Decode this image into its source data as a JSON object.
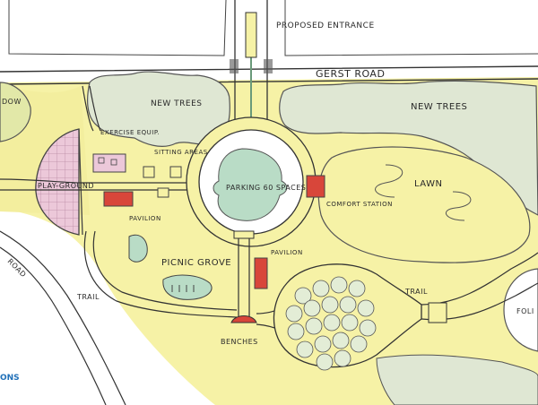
{
  "labels": {
    "proposed_entrance": "PROPOSED ENTRANCE",
    "road_top": "GERST ROAD",
    "road_left": "ROAD",
    "new_trees_left": "NEW TREES",
    "new_trees_right": "NEW TREES",
    "exercise_equip": "EXERCISE EQUIP.",
    "sitting_areas": "SITTING AREAS",
    "parking": "PARKING 60 SPACES",
    "comfort_station": "COMFORT STATION",
    "lawn": "LAWN",
    "playground": "PLAY-GROUND",
    "pavilion_left": "PAVILION",
    "pavilion_center": "PAVILION",
    "picnic_grove": "PICNIC GROVE",
    "trail_left": "TRAIL",
    "trail_right": "TRAIL",
    "benches": "BENCHES",
    "edge_left_top": "DOW",
    "edge_right": "FOLI",
    "logo_fragment": "ONS"
  },
  "colors": {
    "lawn_yellow": "#f6f2a6",
    "tree_green": "#dfe7d3",
    "path_outline": "#3c3c3c",
    "playground_pink": "#ecc8d9",
    "pavilion_red": "#d8463a",
    "logo_blue": "#1e6fb8"
  }
}
